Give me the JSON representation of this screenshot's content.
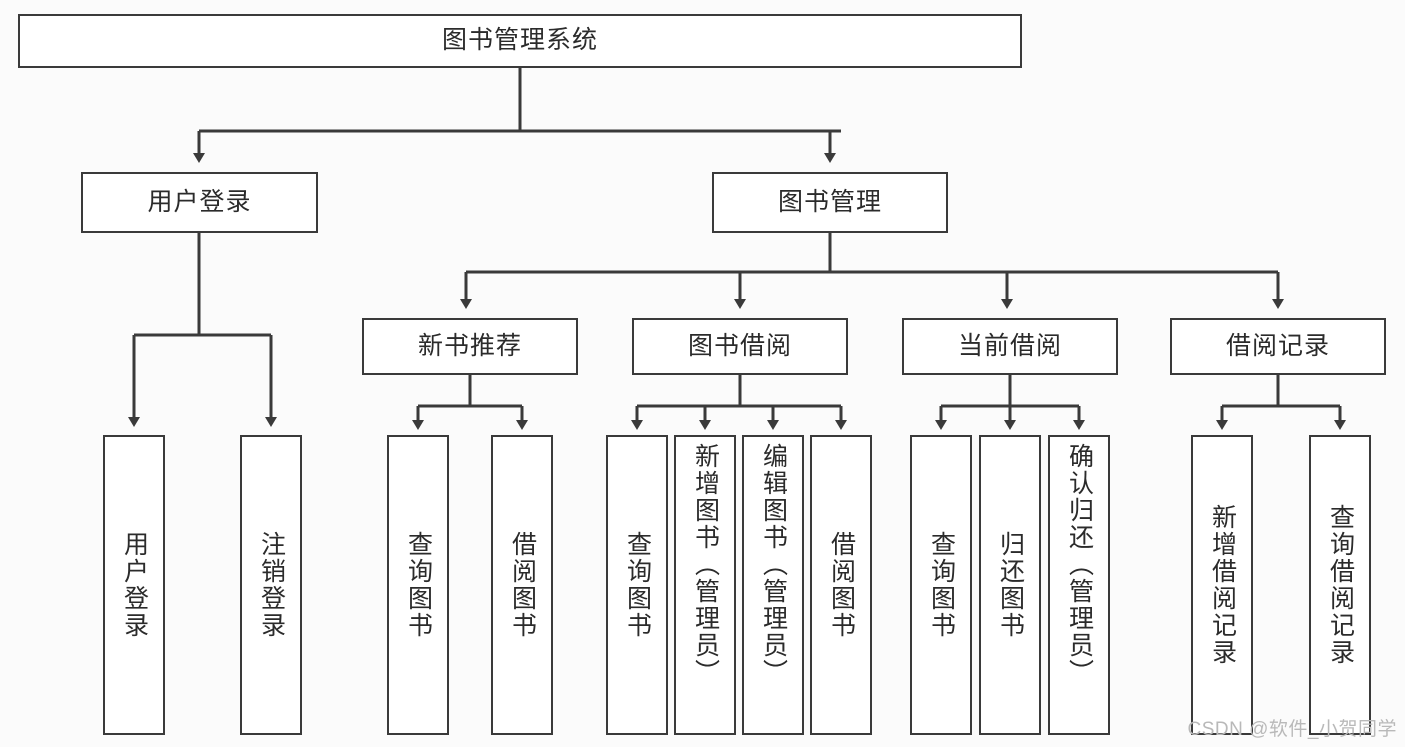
{
  "diagram": {
    "type": "tree",
    "title": "图书管理系统",
    "watermark": "CSDN @软件_小贺同学",
    "colors": {
      "background": "#fbfbfb",
      "node_fill": "#ffffff",
      "node_border": "#3a3a3a",
      "edge": "#3a3a3a",
      "text": "#2b2b2b",
      "watermark": "#b9b9b9"
    },
    "levels": {
      "root": [
        "图书管理系统"
      ],
      "level2": [
        "用户登录",
        "图书管理"
      ],
      "level3": [
        "新书推荐",
        "图书借阅",
        "当前借阅",
        "借阅记录"
      ],
      "leaves": [
        "用户登录",
        "注销登录",
        "查询图书",
        "借阅图书",
        "查询图书",
        "新增图书（管理员）",
        "编辑图书（管理员）",
        "借阅图书",
        "查询图书",
        "归还图书",
        "确认归还（管理员）",
        "新增借阅记录",
        "查询借阅记录"
      ]
    }
  },
  "nodes": {
    "root": {
      "id": "root",
      "label": "图书管理系统"
    },
    "user_login": {
      "id": "user-login",
      "label": "用户登录"
    },
    "book_manage": {
      "id": "book-manage",
      "label": "图书管理"
    },
    "new_book_rec": {
      "id": "new-book-recommend",
      "label": "新书推荐"
    },
    "book_borrow": {
      "id": "book-borrow",
      "label": "图书借阅"
    },
    "current_borrow": {
      "id": "current-borrow",
      "label": "当前借阅"
    },
    "borrow_record": {
      "id": "borrow-record",
      "label": "借阅记录"
    }
  },
  "leaf_nodes": [
    {
      "id": "leaf-user-login",
      "label": "用户登录",
      "parent": "用户登录"
    },
    {
      "id": "leaf-logout-login",
      "label": "注销登录",
      "parent": "用户登录"
    },
    {
      "id": "leaf-query-book-1",
      "label": "查询图书",
      "parent": "新书推荐"
    },
    {
      "id": "leaf-borrow-book-1",
      "label": "借阅图书",
      "parent": "新书推荐"
    },
    {
      "id": "leaf-query-book-2",
      "label": "查询图书",
      "parent": "图书借阅"
    },
    {
      "id": "leaf-add-book",
      "label": "新增图书（管理员）",
      "parent": "图书借阅"
    },
    {
      "id": "leaf-edit-book",
      "label": "编辑图书（管理员）",
      "parent": "图书借阅"
    },
    {
      "id": "leaf-borrow-book-2",
      "label": "借阅图书",
      "parent": "图书借阅"
    },
    {
      "id": "leaf-query-book-3",
      "label": "查询图书",
      "parent": "当前借阅"
    },
    {
      "id": "leaf-return-book",
      "label": "归还图书",
      "parent": "当前借阅"
    },
    {
      "id": "leaf-confirm-return",
      "label": "确认归还（管理员）",
      "parent": "当前借阅"
    },
    {
      "id": "leaf-add-record",
      "label": "新增借阅记录",
      "parent": "借阅记录"
    },
    {
      "id": "leaf-query-record",
      "label": "查询借阅记录",
      "parent": "借阅记录"
    }
  ],
  "footer": {
    "watermark": "CSDN @软件_小贺同学"
  }
}
